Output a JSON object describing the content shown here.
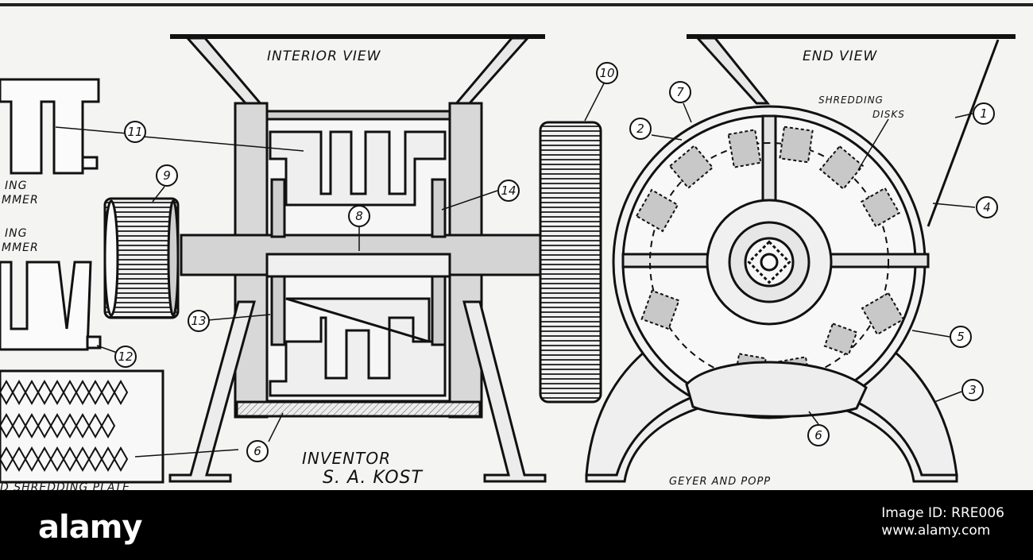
{
  "diagram": {
    "labels": {
      "interior_view": "INTERIOR VIEW",
      "end_view": "END VIEW",
      "shredding_disks_line1": "SHREDDING",
      "shredding_disks_line2": "DISKS",
      "hammer_top_line1": "ING",
      "hammer_top_line2": "MMER",
      "hammer_bottom_line1": "ING",
      "hammer_bottom_line2": "MMER",
      "inventor_title": "INVENTOR",
      "inventor_name": "S. A. KOST",
      "maker": "GEYER AND POPP",
      "shredding_plate_fragment": "D SHREDDING PLATE"
    },
    "callouts": [
      "1",
      "2",
      "3",
      "4",
      "5",
      "6",
      "7",
      "8",
      "9",
      "10",
      "11",
      "12",
      "13",
      "14",
      "6"
    ]
  },
  "watermark": {
    "logo": "alamy",
    "id_line1": "Image ID: RRE006",
    "id_line2": "www.alamy.com"
  }
}
